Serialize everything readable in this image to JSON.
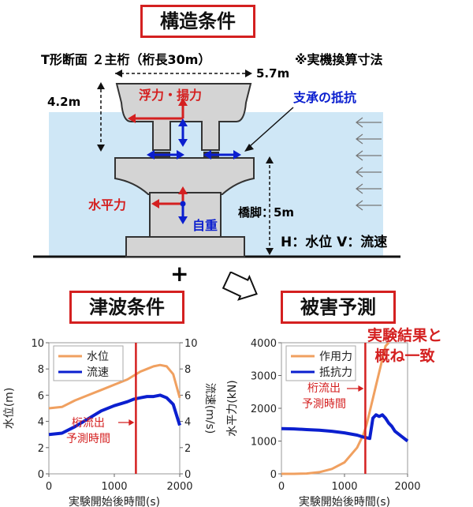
{
  "structure": {
    "title": "構造条件",
    "section_desc": "T形断面 ２主桁（桁長30m）",
    "scale_note": "※実機換算寸法",
    "width_dim": "5.7m",
    "height_dim": "4.2m",
    "buoyancy_label": "浮力・揚力",
    "bearing_label": "支承の抵抗",
    "horizontal_label": "水平力",
    "self_weight_label": "自重",
    "pier_label": "橋脚：5m",
    "hv_label": "H：水位 V：流速"
  },
  "operators": {
    "plus": "+"
  },
  "tsunami": {
    "title": "津波条件",
    "chart_data": {
      "type": "line",
      "x": [
        0,
        200,
        400,
        600,
        800,
        1000,
        1200,
        1300,
        1400,
        1500,
        1600,
        1700,
        1800,
        1900,
        2000
      ],
      "series": [
        {
          "name": "水位",
          "axis": "left",
          "color": "#f0a060",
          "values": [
            5.0,
            5.1,
            5.6,
            6.0,
            6.4,
            6.8,
            7.2,
            7.5,
            7.8,
            8.0,
            8.2,
            8.3,
            8.2,
            7.6,
            5.8
          ]
        },
        {
          "name": "流速",
          "axis": "right",
          "color": "#0b1fcf",
          "values": [
            3.0,
            3.1,
            3.6,
            4.2,
            4.8,
            5.2,
            5.5,
            5.7,
            5.8,
            5.9,
            5.9,
            6.0,
            5.8,
            5.3,
            3.7
          ]
        }
      ],
      "xlabel": "実験開始後時間(s)",
      "ylabel": "水位(m)",
      "ylabel_right": "流速(m/s)",
      "xlim": [
        0,
        2000
      ],
      "ylim": [
        0,
        10
      ],
      "ylim_right": [
        0,
        10
      ],
      "xticks": [
        "0",
        "1000",
        "2000"
      ],
      "yticks": [
        "0",
        "2",
        "4",
        "6",
        "8",
        "10"
      ],
      "yticks_right": [
        "0",
        "2",
        "4",
        "6",
        "8",
        "10"
      ],
      "vline_x": 1330,
      "annotation": "桁流出\n予測時間",
      "legend_position": "top-left"
    }
  },
  "damage": {
    "title": "被害予測",
    "callout": "実験結果と\n概ね一致",
    "chart_data": {
      "type": "line",
      "x": [
        0,
        200,
        400,
        600,
        800,
        1000,
        1200,
        1300,
        1350,
        1400,
        1450,
        1500,
        1550,
        1600,
        1650,
        1700,
        1750,
        1800,
        1900,
        2000
      ],
      "series": [
        {
          "name": "作用力",
          "color": "#f0a060",
          "values": [
            0,
            0,
            10,
            50,
            150,
            350,
            800,
            1200,
            1500,
            1900,
            2300,
            2700,
            3100,
            3500,
            3900,
            4300,
            null,
            null,
            null,
            null
          ]
        },
        {
          "name": "抵抗力",
          "color": "#0b1fcf",
          "values": [
            1380,
            1370,
            1350,
            1330,
            1300,
            1250,
            1180,
            1120,
            1100,
            1080,
            1700,
            1800,
            1750,
            1800,
            1700,
            1550,
            1450,
            1300,
            1150,
            1000
          ]
        }
      ],
      "xlabel": "実験開始後時間(s)",
      "ylabel": "水平力(kN)",
      "xlim": [
        0,
        2000
      ],
      "ylim": [
        0,
        4000
      ],
      "xticks": [
        "0",
        "1000",
        "2000"
      ],
      "yticks": [
        "0",
        "1000",
        "2000",
        "3000",
        "4000"
      ],
      "vline_x": 1330,
      "annotation": "桁流出\n予測時間",
      "legend_position": "top-left"
    }
  },
  "colors": {
    "red": "#d42020",
    "blue": "#0b1fcf",
    "orange": "#f0a060",
    "water": "#cfe7f6",
    "concrete": "#d4d4d4"
  }
}
